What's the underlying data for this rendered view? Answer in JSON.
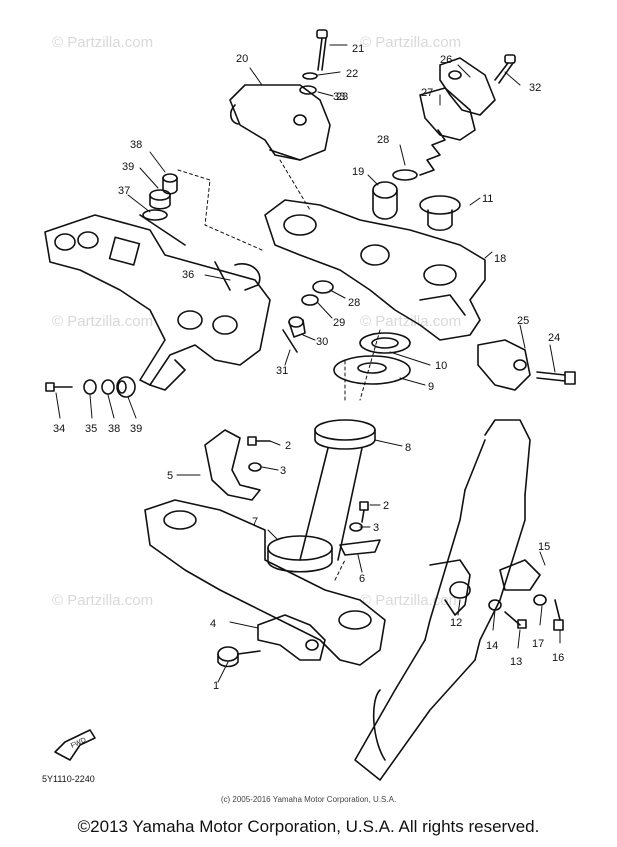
{
  "watermarks": [
    "© Partzilla.com",
    "© Partzilla.com",
    "© Partzilla.com",
    "© Partzilla.com",
    "© Partzilla.com",
    "© Partzilla.com"
  ],
  "diagram": {
    "part_code": "5Y1110-2240",
    "fwd_label": "FWD",
    "callouts": [
      "1",
      "2",
      "2",
      "3",
      "3",
      "4",
      "5",
      "6",
      "7",
      "8",
      "9",
      "10",
      "11",
      "12",
      "13",
      "14",
      "15",
      "16",
      "17",
      "18",
      "19",
      "20",
      "21",
      "22",
      "23",
      "24",
      "25",
      "26",
      "27",
      "28",
      "28",
      "29",
      "30",
      "31",
      "32",
      "33",
      "34",
      "35",
      "36",
      "37",
      "38",
      "38",
      "39",
      "39"
    ]
  },
  "footer": {
    "small_copyright": "(c) 2005-2016 Yamaha Motor Corporation, U.S.A.",
    "main_copyright": "©2013 Yamaha Motor Corporation, U.S.A. All rights reserved."
  }
}
